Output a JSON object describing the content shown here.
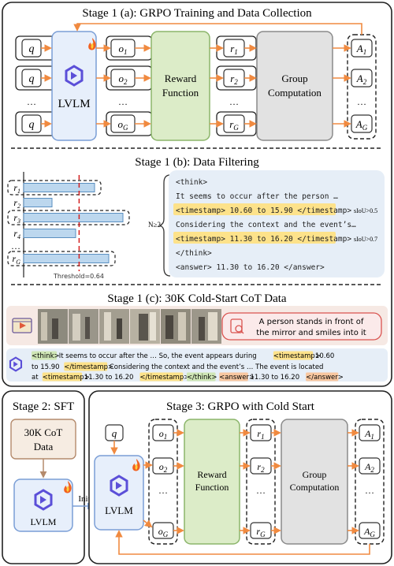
{
  "stage1": {
    "title_a": "Stage 1 (a): GRPO Training and Data Collection",
    "title_b": "Stage 1 (b): Data Filtering",
    "title_c": "Stage 1 (c): 30K Cold-Start CoT Data",
    "inputs": [
      "q",
      "q",
      "…",
      "q"
    ],
    "lvlm_label": "LVLM",
    "outputs": [
      "o1",
      "o2",
      "…",
      "oG"
    ],
    "reward_label_1": "Reward",
    "reward_label_2": "Function",
    "rewards": [
      "r1",
      "r2",
      "…",
      "rG"
    ],
    "group_label_1": "Group",
    "group_label_2": "Computation",
    "advantages": [
      "A1",
      "A2",
      "…",
      "AG"
    ]
  },
  "filtering": {
    "bar_labels": [
      "r1",
      "r2",
      "r3",
      "r4",
      "…",
      "rG"
    ],
    "bar_values": [
      0.75,
      0.3,
      1.05,
      0.55,
      0,
      0.9
    ],
    "threshold": 0.64,
    "threshold_label": "Threshold=0.64",
    "n_label": "N≥2",
    "lines": [
      "<think>",
      "It seems to occur after the person …",
      "<timestamp> 10.60 to 15.90 </timestamp>",
      "Considering the context and the event’s…",
      "<timestamp> 11.30 to 16.20 </timestamp>",
      "</think>",
      "<answer> 11.30 to 16.20 </answer>"
    ],
    "siou_1": "sIoU>0.5",
    "siou_2": "sIoU>0.7"
  },
  "coldstart": {
    "query_line_1": "A person stands in front of",
    "query_line_2": "the mirror and smiles into it",
    "cot_line1": [
      {
        "t": "<think>",
        "hl": "green"
      },
      {
        "t": " It seems to occur after the … So, the event appears during ",
        "hl": ""
      },
      {
        "t": "<timestamp>",
        "hl": "yellow"
      },
      {
        "t": " 10.60",
        "hl": ""
      }
    ],
    "cot_line2": [
      {
        "t": "to 15.90 ",
        "hl": ""
      },
      {
        "t": "</timestamp>",
        "hl": "yellow"
      },
      {
        "t": " Considering the context and the event’s … The event is located",
        "hl": ""
      }
    ],
    "cot_line3": [
      {
        "t": "at ",
        "hl": ""
      },
      {
        "t": "<timestamp>",
        "hl": "yellow"
      },
      {
        "t": " 11.30 to 16.20 ",
        "hl": ""
      },
      {
        "t": "</timestamp>",
        "hl": "yellow"
      },
      {
        "t": " ",
        "hl": ""
      },
      {
        "t": "</think>",
        "hl": "green"
      },
      {
        "t": " ",
        "hl": ""
      },
      {
        "t": "<answer>",
        "hl": "orange"
      },
      {
        "t": " 11.30 to 16.20 ",
        "hl": ""
      },
      {
        "t": "</answer>",
        "hl": "orange"
      }
    ]
  },
  "stage2": {
    "title": "Stage 2: SFT",
    "data_1": "30K CoT",
    "data_2": "Data",
    "lvlm_label": "LVLM",
    "init_label": "Init"
  },
  "stage3": {
    "title": "Stage 3: GRPO with Cold Start",
    "input": "q",
    "lvlm_label": "LVLM",
    "outputs": [
      "o1",
      "o2",
      "…",
      "oG"
    ],
    "reward_label_1": "Reward",
    "reward_label_2": "Function",
    "rewards": [
      "r1",
      "r2",
      "…",
      "rG"
    ],
    "group_label_1": "Group",
    "group_label_2": "Computation",
    "advantages": [
      "A1",
      "A2",
      "…",
      "AG"
    ]
  },
  "colors": {
    "arrow": "#f08a40",
    "lvlm_fill": "#e7effb",
    "lvlm_stroke": "#7a9ed6",
    "reward_fill": "#dcecc8",
    "reward_stroke": "#8bb56a",
    "group_fill": "#e2e2e2",
    "group_stroke": "#8a8a8a",
    "bar_fill": "#bcd7ee",
    "bar_stroke": "#5a8fc0",
    "threshold": "#d42020",
    "panel_blue": "#e6eef7",
    "panel_pink": "#f6e9e4",
    "hl_yellow": "#fde28a",
    "hl_green": "#cfe6b6",
    "hl_orange": "#f8c7a0",
    "data_fill": "#f6ece2",
    "data_stroke": "#b48a6c"
  }
}
